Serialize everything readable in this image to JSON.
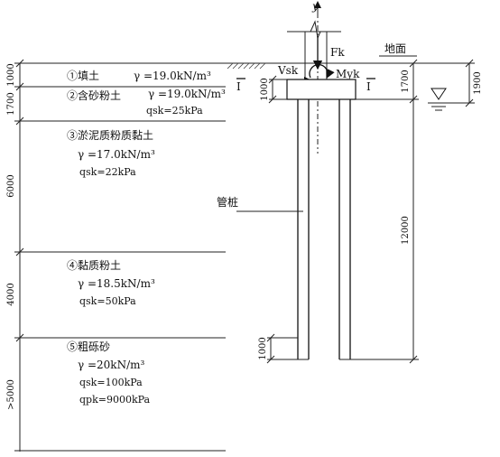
{
  "axis": {
    "y_label": "y"
  },
  "labels": {
    "ground": "地面",
    "pile": "管桩",
    "force": "Fk",
    "shear": "Vsk",
    "moment": "Myk",
    "section_mark": "Ⅰ"
  },
  "layers": [
    {
      "name": "①填土",
      "gamma": "γ =19.0kN/m³",
      "q": []
    },
    {
      "name": "②含砂粉土",
      "gamma": "γ =19.0kN/m³",
      "q": [
        "qsk=25kPa"
      ]
    },
    {
      "name": "③淤泥质粉质黏土",
      "gamma": "γ =17.0kN/m³",
      "q": [
        "qsk=22kPa"
      ]
    },
    {
      "name": "④黏质粉土",
      "gamma": "γ =18.5kN/m³",
      "q": [
        "qsk=50kPa"
      ]
    },
    {
      "name": "⑤粗砾砂",
      "gamma": "γ =20kN/m³",
      "q": [
        "qsk=100kPa",
        "qpk=9000kPa"
      ]
    }
  ],
  "dimensions": {
    "left": [
      "1000",
      "1700",
      "6000",
      "4000",
      ">5000"
    ],
    "cap": "1000",
    "to_cap_top": "1700",
    "water": "1900",
    "pile_length": "12000",
    "pile_end": "1000"
  }
}
